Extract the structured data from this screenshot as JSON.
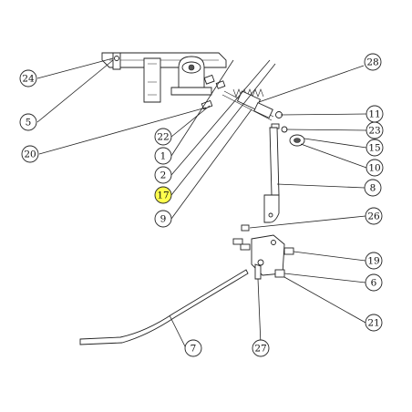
{
  "highlight_color": "#ffff4d",
  "callouts": [
    {
      "id": "c24",
      "label": "24"
    },
    {
      "id": "c5",
      "label": "5"
    },
    {
      "id": "c20",
      "label": "20"
    },
    {
      "id": "c22",
      "label": "22"
    },
    {
      "id": "c1",
      "label": "1"
    },
    {
      "id": "c2",
      "label": "2"
    },
    {
      "id": "c17",
      "label": "17",
      "highlighted": true
    },
    {
      "id": "c9",
      "label": "9"
    },
    {
      "id": "c28",
      "label": "28"
    },
    {
      "id": "c11",
      "label": "11"
    },
    {
      "id": "c23",
      "label": "23"
    },
    {
      "id": "c15",
      "label": "15"
    },
    {
      "id": "c10",
      "label": "10"
    },
    {
      "id": "c8",
      "label": "8"
    },
    {
      "id": "c26",
      "label": "26"
    },
    {
      "id": "c19",
      "label": "19"
    },
    {
      "id": "c6",
      "label": "6"
    },
    {
      "id": "c21",
      "label": "21"
    },
    {
      "id": "c7",
      "label": "7"
    },
    {
      "id": "c27",
      "label": "27"
    }
  ]
}
